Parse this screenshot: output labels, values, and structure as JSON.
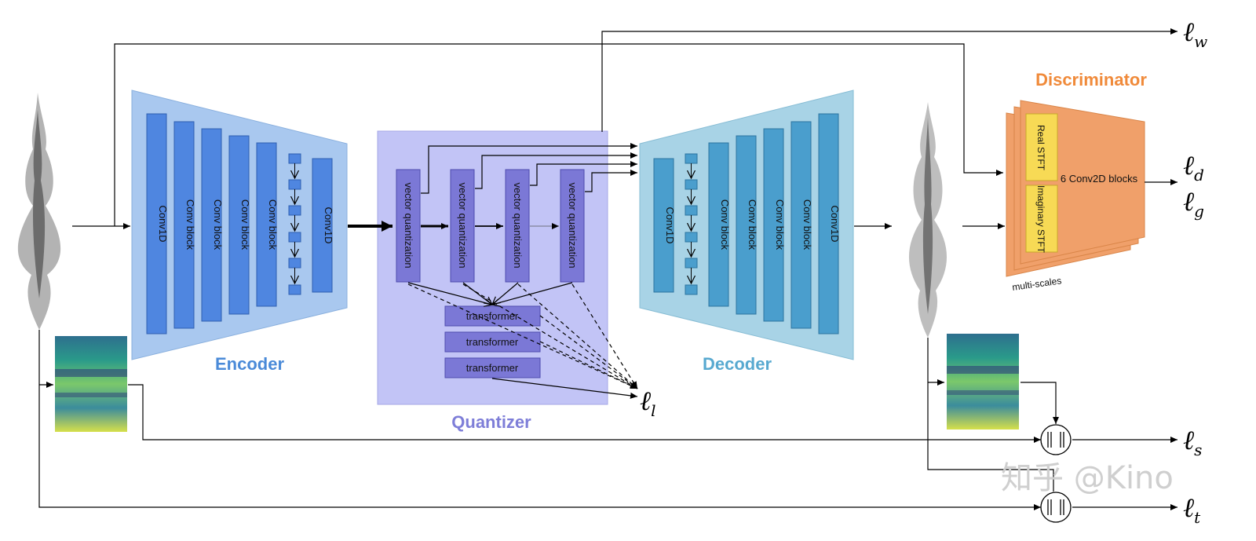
{
  "encoder": {
    "title": "Encoder",
    "blocks": [
      "Conv1D",
      "Conv block",
      "Conv block",
      "Conv block",
      "Conv block",
      "Conv1D"
    ]
  },
  "quantizer": {
    "title": "Quantizer",
    "vq_label": "vector quantization",
    "transformer_label": "transformer"
  },
  "decoder": {
    "title": "Decoder",
    "blocks": [
      "Conv1D",
      "Conv block",
      "Conv block",
      "Conv block",
      "Conv block",
      "Conv1D"
    ]
  },
  "discriminator": {
    "title": "Discriminator",
    "real_stft": "Real STFT",
    "imag_stft": "Imaginary STFT",
    "conv2d": "6 Conv2D blocks",
    "multi_scales": "multi-scales"
  },
  "losses": {
    "w": {
      "main": "ℓ",
      "sub": "w"
    },
    "d": {
      "main": "ℓ",
      "sub": "d"
    },
    "g": {
      "main": "ℓ",
      "sub": "g"
    },
    "l": {
      "main": "ℓ",
      "sub": "l"
    },
    "s": {
      "main": "ℓ",
      "sub": "s"
    },
    "t": {
      "main": "ℓ",
      "sub": "t"
    }
  },
  "watermark": "知乎 @Kino",
  "colors": {
    "encoder_fill": "#a9c8ef",
    "encoder_block": "#4f86e0",
    "encoder_title": "#4a8ad8",
    "quantizer_fill": "#c2c4f6",
    "quantizer_block": "#7b78d6",
    "quantizer_title": "#7e7ed8",
    "decoder_fill": "#a8d3e6",
    "decoder_block": "#4a9ecd",
    "decoder_title": "#58a9d0",
    "discriminator": "#f0a06a",
    "discriminator_title": "#f08a3a",
    "stft": "#f7da55"
  }
}
